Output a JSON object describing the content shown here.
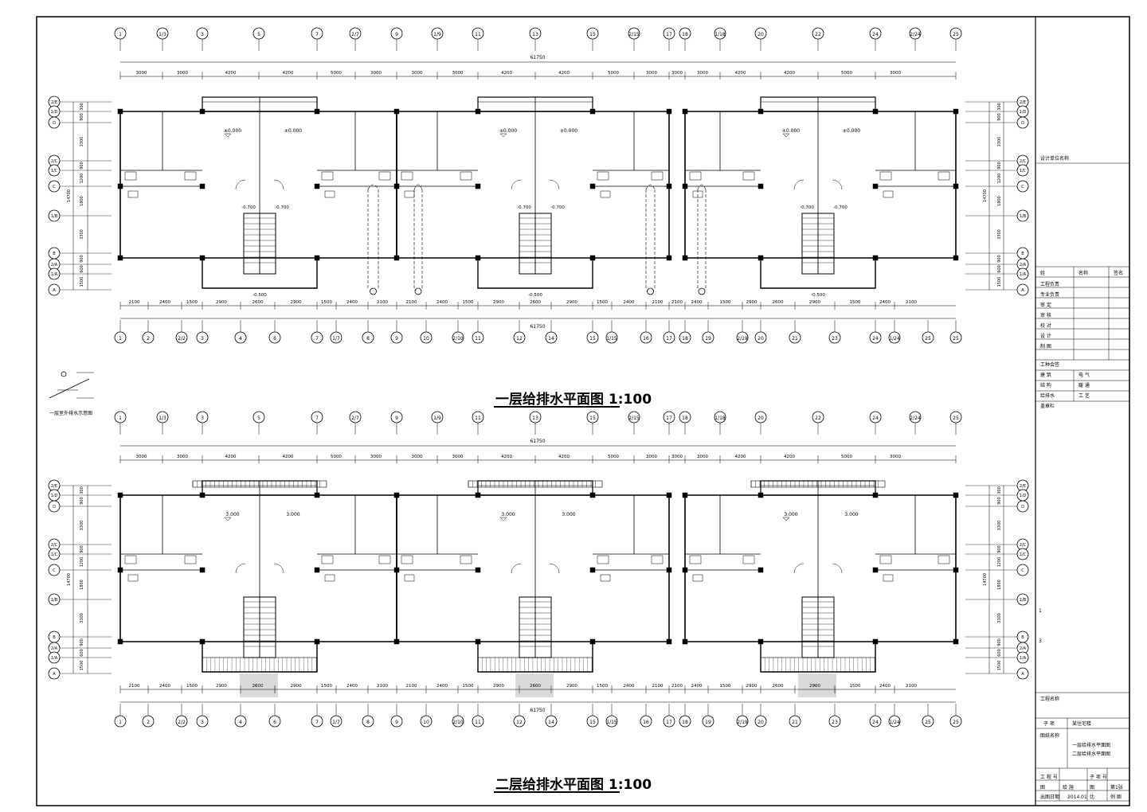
{
  "plans": [
    {
      "title": "一层给排水平面图 1:100",
      "total_dim": "61750",
      "top_dims": [
        "3000",
        "3000",
        "4200",
        "4200",
        "5000",
        "3000",
        "3000",
        "3000",
        "4200",
        "4200",
        "5000",
        "3000",
        "3000",
        "3000",
        "4200",
        "4200",
        "5000",
        "3000"
      ],
      "bottom_dims": [
        "2100",
        "2400",
        "1500",
        "2900",
        "2600",
        "2900",
        "1500",
        "2400",
        "2100",
        "2100",
        "2400",
        "1500",
        "2900",
        "2600",
        "2900",
        "1500",
        "2400",
        "2100",
        "2100",
        "2400",
        "1500",
        "2900",
        "2600",
        "2900",
        "1500",
        "2400",
        "2100"
      ],
      "levels": [
        "±0.000",
        "±0.000",
        "±0.000",
        "±0.000",
        "±0.000",
        "±0.000"
      ],
      "stair_levels": [
        "-0.700",
        "-0.700",
        "-0.700",
        "-0.700",
        "-0.700",
        "-0.700"
      ],
      "outdoor_levels": [
        "-0.500",
        "-0.500",
        "-0.500"
      ]
    },
    {
      "title": "二层给排水平面图 1:100",
      "total_dim": "61750",
      "top_dims": [
        "3000",
        "3000",
        "4200",
        "4200",
        "5000",
        "3000",
        "3000",
        "3000",
        "4200",
        "4200",
        "5000",
        "3000",
        "3000",
        "3000",
        "4200",
        "4200",
        "5000",
        "3000"
      ],
      "bottom_dims": [
        "2100",
        "2400",
        "1500",
        "2900",
        "2600",
        "2900",
        "1500",
        "2400",
        "2100",
        "2100",
        "2400",
        "1500",
        "2900",
        "2600",
        "2900",
        "1500",
        "2400",
        "2100",
        "2100",
        "2400",
        "1500",
        "2900",
        "2600",
        "2900",
        "1500",
        "2400",
        "2100"
      ],
      "levels": [
        "3.000",
        "3.000",
        "3.000",
        "3.000",
        "3.000",
        "3.000"
      ],
      "stair_levels": [],
      "outdoor_levels": []
    }
  ],
  "top_axes": [
    "1",
    "1/3",
    "3",
    "5",
    "7",
    "2/7",
    "9",
    "1/9",
    "11",
    "13",
    "15",
    "2/15",
    "17",
    "18",
    "1/18",
    "20",
    "22",
    "24",
    "2/24",
    "25"
  ],
  "bottom_axes": [
    "1",
    "2",
    "2/2",
    "3",
    "4",
    "6",
    "7",
    "1/7",
    "8",
    "9",
    "10",
    "2/10",
    "11",
    "12",
    "14",
    "15",
    "1/15",
    "16",
    "17",
    "18",
    "19",
    "2/19",
    "20",
    "21",
    "23",
    "24",
    "1/24",
    "25",
    "25"
  ],
  "row_axes": [
    "2/E",
    "1/D",
    "D",
    "2/C",
    "1/C",
    "C",
    "1/B",
    "B",
    "2/A",
    "1/A",
    "A"
  ],
  "row_dims": [
    "300",
    "900",
    "3300",
    "900",
    "1200",
    "1800",
    "3300",
    "900",
    "600",
    "1500"
  ],
  "row_total": "14700",
  "legend_text": "一层室外排水示意图",
  "title_block": {
    "top_note": "设计单位名称",
    "sign_header": [
      "姓",
      "名称",
      "签名"
    ],
    "sign_rows": [
      "工程负责",
      "专业负责",
      "审 定",
      "审 核",
      "校 对",
      "设 计",
      "制 图"
    ],
    "coop_label": "工种会签",
    "coop_rows": [
      [
        "建 筑",
        "电 气"
      ],
      [
        "结 构",
        "暖 通"
      ],
      [
        "给排水",
        "工 艺"
      ]
    ],
    "stamp_label": "盖章栏",
    "mid_notes": [
      "1",
      "3"
    ],
    "project_label": "工程名称",
    "subproject_label": "子 项",
    "subproject_value": "某住宅楼",
    "drawing_label": "图纸名称",
    "drawing_names": [
      "一层给排水平面图",
      "二层给排水平面图"
    ],
    "bottom_rows": [
      [
        "工 程 号",
        "",
        "子 项 号",
        ""
      ],
      [
        "图",
        "给 施",
        "图",
        "第1张"
      ],
      [
        "出图日期",
        "2014.01",
        "比",
        "例 图"
      ]
    ]
  }
}
